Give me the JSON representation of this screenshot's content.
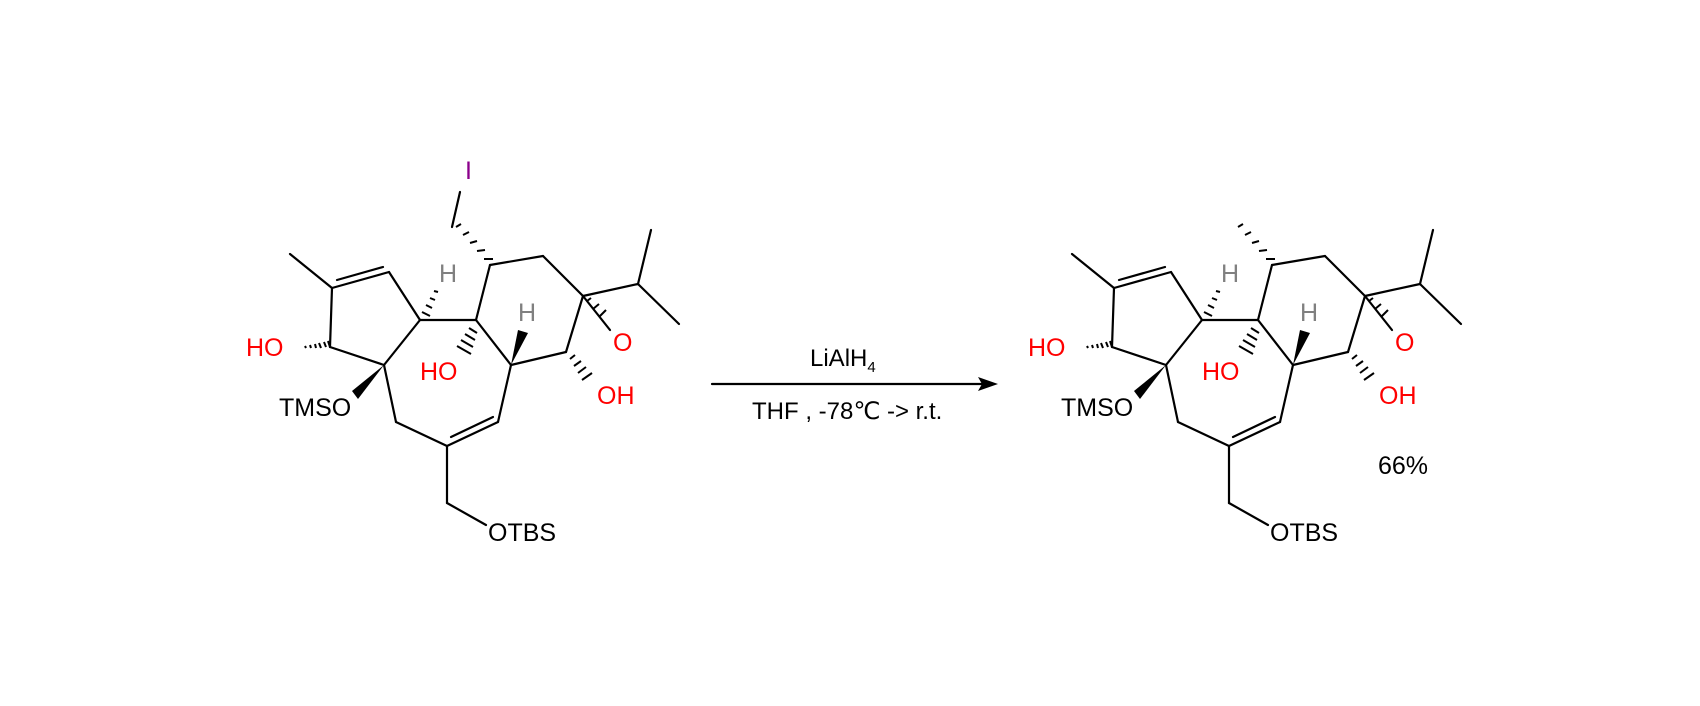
{
  "reactant": {
    "label_iodine": "I",
    "label_h_top": "H",
    "label_h_mid": "H",
    "label_ho_left": "HO",
    "label_tmso": "TMSO",
    "label_ho_center": "HO",
    "label_epoxide_o": "O",
    "label_oh_right": "OH",
    "label_otbs": "OTBS"
  },
  "product": {
    "label_h_top": "H",
    "label_h_mid": "H",
    "label_ho_left": "HO",
    "label_tmso": "TMSO",
    "label_ho_center": "HO",
    "label_epoxide_o": "O",
    "label_oh_right": "OH",
    "label_otbs": "OTBS"
  },
  "conditions": {
    "reagent_main": "LiAlH",
    "reagent_subscript": "4",
    "solvent_and_temp": "THF , -78℃ -> r.t."
  },
  "yield": "66%",
  "colors": {
    "heteroatom": "#ff0000",
    "iodine": "#8b008b",
    "hydrogen": "#808080",
    "bond": "#000000"
  }
}
